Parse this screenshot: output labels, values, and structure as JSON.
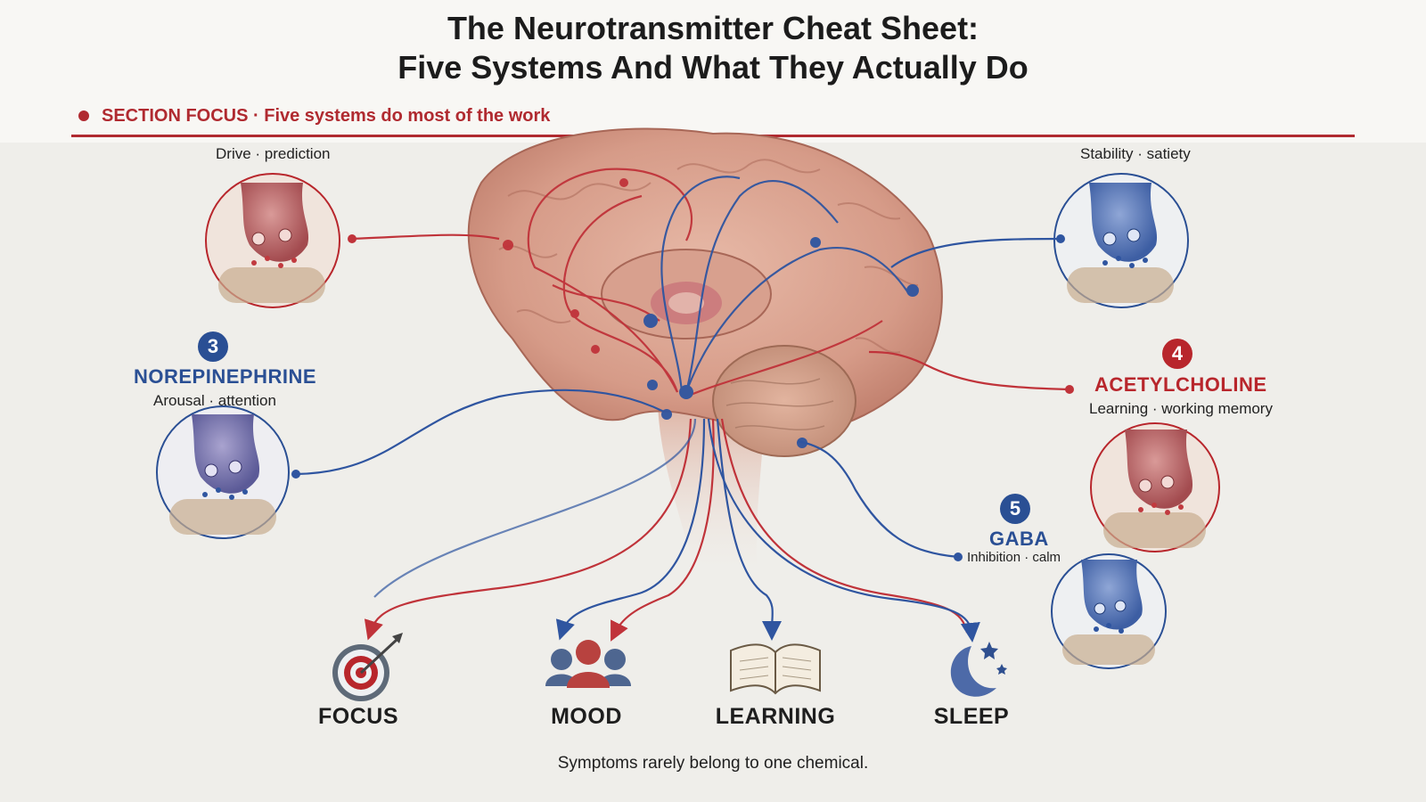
{
  "title_line1": "The Neurotransmitter Cheat Sheet:",
  "title_line2": "Five Systems And What They Actually Do",
  "section_focus": "SECTION FOCUS · Five systems do most of the work",
  "systems": {
    "dopamine": {
      "desc": "Drive · prediction",
      "color": "#b8262c"
    },
    "serotonin": {
      "desc": "Stability · satiety",
      "color": "#2a4f94"
    },
    "norepinephrine": {
      "number": "3",
      "name": "NOREPINEPHRINE",
      "desc": "Arousal · attention",
      "color": "#2a4f94"
    },
    "acetylcholine": {
      "number": "4",
      "name": "ACETYLCHOLINE",
      "desc": "Learning · working memory",
      "color": "#b8262c"
    },
    "gaba": {
      "number": "5",
      "name": "GABA",
      "desc": "Inhibition · calm",
      "color": "#2a4f94"
    }
  },
  "outcomes": {
    "focus": {
      "label": "FOCUS",
      "icon": "target-icon"
    },
    "mood": {
      "label": "MOOD",
      "icon": "people-icon"
    },
    "learning": {
      "label": "LEARNING",
      "icon": "open-book-icon"
    },
    "sleep": {
      "label": "SLEEP",
      "icon": "moon-stars-icon"
    }
  },
  "caption": "Symptoms rarely belong to one chemical."
}
